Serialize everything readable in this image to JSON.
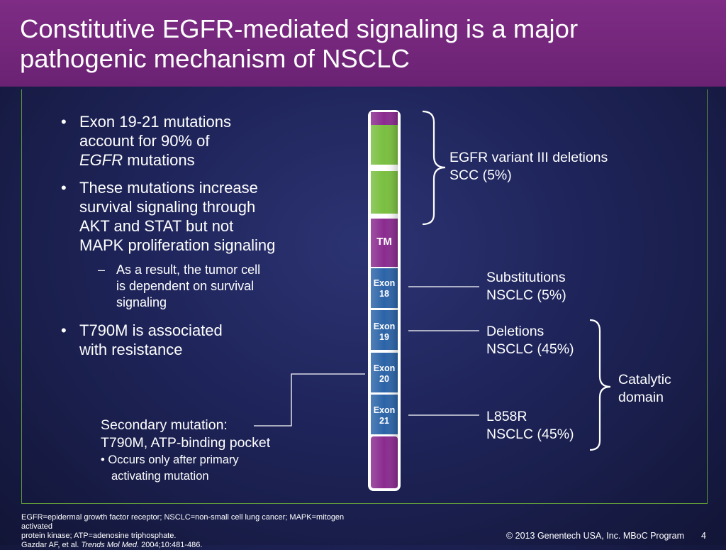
{
  "slide": {
    "title_line1": "Constitutive EGFR-mediated signaling is a major",
    "title_line2": "pathogenic mechanism of NSCLC",
    "bullets": [
      {
        "line1": "Exon 19-21 mutations",
        "line2": "account for 90% of",
        "line3_italic": "EGFR",
        "line3_rest": " mutations"
      },
      {
        "line1": "These mutations increase",
        "line2": "survival signaling through",
        "line3": "AKT and STAT but not",
        "line4": "MAPK proliferation signaling"
      },
      {
        "line1": "T790M is associated",
        "line2": "with resistance"
      }
    ],
    "sub_bullet": {
      "line1": "As a result, the tumor cell",
      "line2": "is dependent on survival",
      "line3": "signaling"
    }
  },
  "diagram": {
    "segments": {
      "tm": "TM",
      "exon_word": "Exon",
      "exon_numbers": [
        "18",
        "19",
        "20",
        "21"
      ]
    },
    "labels": {
      "variant_line1": "EGFR variant III deletions",
      "variant_line2": "SCC (5%)",
      "subst_line1": "Substitutions",
      "subst_line2": "NSCLC (5%)",
      "del_line1": "Deletions",
      "del_line2": "NSCLC (45%)",
      "cat_line1": "Catalytic",
      "cat_line2": "domain",
      "l858_line1": "L858R",
      "l858_line2": "NSCLC (45%)",
      "sec_line1": "Secondary mutation:",
      "sec_line2": "T790M, ATP-binding pocket",
      "sec_line3": "• Occurs only after primary",
      "sec_line4": "activating mutation"
    },
    "colors": {
      "purple": "#8a2b8f",
      "green": "#79bf3f",
      "blue": "#2c64a8",
      "title_bar": "#6e2577",
      "frame": "#5f9a3a"
    }
  },
  "footer": {
    "footnote_line1": "EGFR=epidermal growth factor receptor; NSCLC=non-small cell lung cancer; MAPK=mitogen activated",
    "footnote_line2": "protein kinase; ATP=adenosine triphosphate.",
    "footnote_line3_a": "Gazdar AF, et al. ",
    "footnote_line3_italic": "Trends Mol Med.",
    "footnote_line3_b": " 2004;10:481-486.",
    "copyright": "© 2013 Genentech USA, Inc. MBoC Program",
    "page_number": "4"
  }
}
